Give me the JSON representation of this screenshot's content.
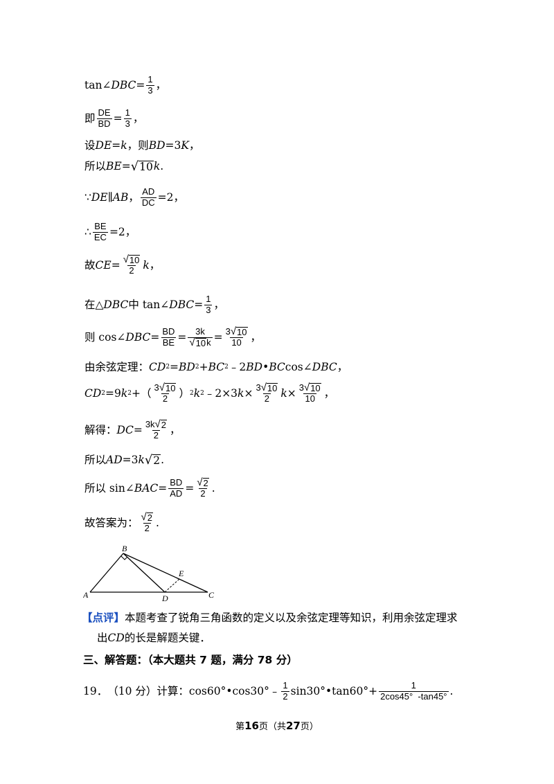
{
  "lines": {
    "l1": {
      "prefix": "tan∠",
      "var": "DBC",
      "eq": "=",
      "num": "1",
      "den": "3",
      "tail": "，"
    },
    "l2": {
      "prefix": "即",
      "num": "DE",
      "den": "BD",
      "eq": "=",
      "num2": "1",
      "den2": "3",
      "tail": "，"
    },
    "l3": {
      "t1": "设 ",
      "v1": "DE",
      "t2": "=",
      "v2": "k",
      "t3": "，则 ",
      "v3": "BD",
      "t4": "=3",
      "v4": "K",
      "t5": "，"
    },
    "l4": {
      "t1": "所以 ",
      "v1": "BE",
      "t2": "=",
      "rad": "10",
      "v2": "k",
      "t3": "."
    },
    "l5": {
      "t1": "∵",
      "v1": "DE∥AB",
      "t2": "，",
      "num": "AD",
      "den": "DC",
      "t3": "=2，"
    },
    "l6": {
      "t1": "∴",
      "num": "BE",
      "den": "EC",
      "t2": "=2，"
    },
    "l7": {
      "t1": "故 ",
      "v1": "CE",
      "t2": "=",
      "rad": "10",
      "den": "2",
      "v2": "k",
      "t3": "，"
    },
    "l8": {
      "t1": "在△",
      "v1": "DBC",
      "t2": " 中 tan∠",
      "v2": "DBC",
      "t3": "=",
      "num": "1",
      "den": "3",
      "t4": "，"
    },
    "l9": {
      "t1": "则 cos∠",
      "v1": "DBC",
      "t2": "=",
      "n1": "BD",
      "d1": "BE",
      "t3": "=",
      "n2": "3k",
      "d2rad": "10",
      "d2k": "k",
      "t4": "=",
      "n3a": "3",
      "n3rad": "10",
      "d3": "10",
      "t5": "，"
    },
    "l10": {
      "t1": "由余弦定理：",
      "v1": "CD",
      "s1": "2",
      "t2": "=",
      "v2": "BD",
      "s2": "2",
      "t3": "+",
      "v3": "BC",
      "s3": "2",
      "t4": "﹣2",
      "v4": "BD",
      "t5": "•",
      "v5": "BC",
      "t6": "cos∠",
      "v6": "DBC",
      "t7": "，"
    },
    "l11": {
      "v1": "CD",
      "s1": "2",
      "t1": "=9",
      "v2": "k",
      "s2": "2",
      "t2": "+（",
      "n1a": "3",
      "n1rad": "10",
      "d1": "2",
      "t3": "）",
      "s3": "2",
      "v3": "k",
      "s4": "2",
      "t4": "﹣2×3",
      "v4": "k",
      "t5": "×",
      "n2a": "3",
      "n2rad": "10",
      "d2": "2",
      "v5": "k",
      "t6": "×",
      "n3a": "3",
      "n3rad": "10",
      "d3": "10",
      "t7": "，"
    },
    "l12": {
      "t1": "解得：",
      "v1": "DC",
      "t2": "=",
      "na": "3k",
      "nrad": "2",
      "den": "2",
      "t3": "，"
    },
    "l13": {
      "t1": "所以 ",
      "v1": "AD",
      "t2": "=3",
      "v2": "k",
      "rad": "2",
      "t3": "."
    },
    "l14": {
      "t1": "所以 sin∠",
      "v1": "BAC",
      "t2": "=",
      "n1": "BD",
      "d1": "AD",
      "t3": "=",
      "n2rad": "2",
      "d2": "2",
      "t4": "."
    },
    "l15": {
      "t1": "故答案为：",
      "nrad": "2",
      "den": "2",
      "t2": "."
    }
  },
  "figure": {
    "labels": {
      "A": "A",
      "B": "B",
      "C": "C",
      "D": "D",
      "E": "E"
    }
  },
  "comment": {
    "tag": "【点评】",
    "text1": "本题考查了锐角三角函数的定义以及余弦定理等知识，利用余弦定理求",
    "text2a": "出 ",
    "text2var": "CD",
    "text2b": " 的长是解题关键．"
  },
  "section": {
    "title": "三、解答题：（本大题共 7 题，满分 78 分）"
  },
  "q19": {
    "num": "19．",
    "score": "（10 分）计算：cos60°•cos30°﹣",
    "fnum": "1",
    "fden": "2",
    "mid": "sin30°•tan60°+",
    "gnum": "1",
    "gden": "2cos45°  -tan45°",
    "tail": "."
  },
  "footer": {
    "t1": "第",
    "page": "16",
    "t2": "页（共",
    "total": "27",
    "t3": "页）"
  }
}
